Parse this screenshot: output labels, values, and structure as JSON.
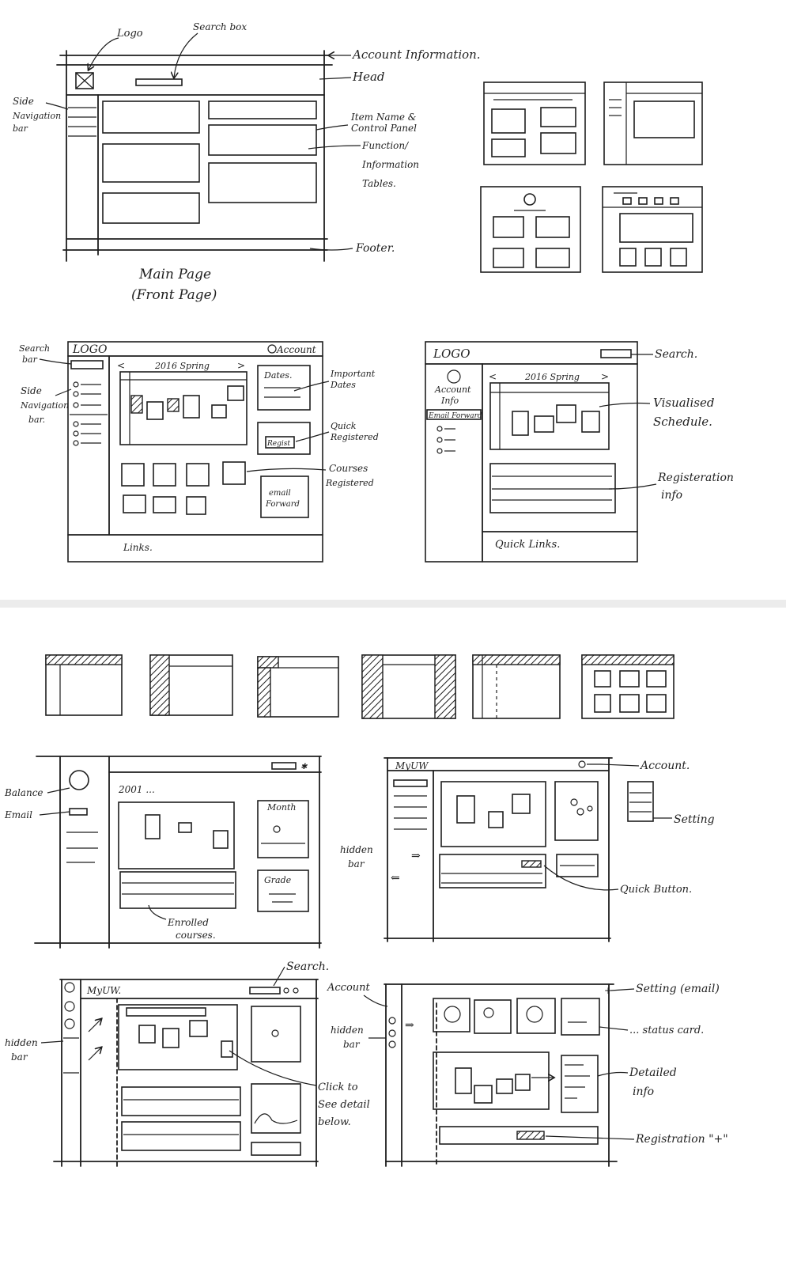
{
  "section1": {
    "main_wireframe": {
      "labels": {
        "logo": "Logo",
        "search_box": "Search box",
        "account_information": "Account Information.",
        "head": "Head",
        "side_navigation_bar": [
          "Side",
          "Navigation",
          "bar"
        ],
        "item_name_control_panel": [
          "Item Name &",
          "Control Panel"
        ],
        "function_tables": [
          "Function/",
          "Information",
          "Tables."
        ],
        "footer": "Footer."
      },
      "caption": [
        "Main Page",
        "(Front Page)"
      ]
    }
  },
  "section2": {
    "left_sketch": {
      "logo": "LOGO",
      "account": "Account",
      "semester": "2016 Spring",
      "tag_dates": "Dates.",
      "tag_register": "Regist",
      "tag_email": [
        "email",
        "Forward"
      ],
      "footer_text": "Links.",
      "annotations": {
        "search_bar": [
          "Search",
          "bar"
        ],
        "side_navigation_bar": [
          "Side",
          "Navigation",
          "bar."
        ],
        "important_dates": [
          "Important",
          "Dates"
        ],
        "quick_registered": [
          "Quick",
          "Registered"
        ],
        "courses_registered": [
          "Courses",
          "Registered"
        ]
      }
    },
    "right_sketch": {
      "logo": "LOGO",
      "account_info": [
        "Account",
        "Info"
      ],
      "email_forward": "Email Forward",
      "semester": "2016 Spring",
      "footer_text": "Quick Links.",
      "annotations": {
        "search": "Search.",
        "visualised_schedule": [
          "Visualised",
          "Schedule."
        ],
        "registration_info": [
          "Registeration",
          "info"
        ]
      }
    }
  },
  "section4": {
    "sketch_a": {
      "semester": "2001 ...",
      "month": "Month",
      "grade": "Grade",
      "annotations": {
        "balance": "Balance",
        "email": "Email",
        "enrolled_courses": [
          "Enrolled",
          "courses."
        ]
      }
    },
    "sketch_b": {
      "title": "MyUW",
      "annotations": {
        "account": "Account.",
        "setting": "Setting",
        "hidden_bar": [
          "hidden",
          "bar"
        ],
        "quick_button": "Quick Button."
      }
    },
    "sketch_c": {
      "title": "MyUW.",
      "annotations": {
        "search": "Search.",
        "hidden_bar": [
          "hidden",
          "bar"
        ],
        "click_to_see_detail": [
          "Click to",
          "See detail",
          "below."
        ]
      }
    },
    "sketch_d": {
      "annotations": {
        "account": "Account",
        "hidden_bar": [
          "hidden",
          "bar"
        ],
        "setting_email": "Setting (email)",
        "status_card": "... status card.",
        "detailed_info": [
          "Detailed",
          "info"
        ],
        "registration": "Registration \"+\""
      }
    }
  }
}
